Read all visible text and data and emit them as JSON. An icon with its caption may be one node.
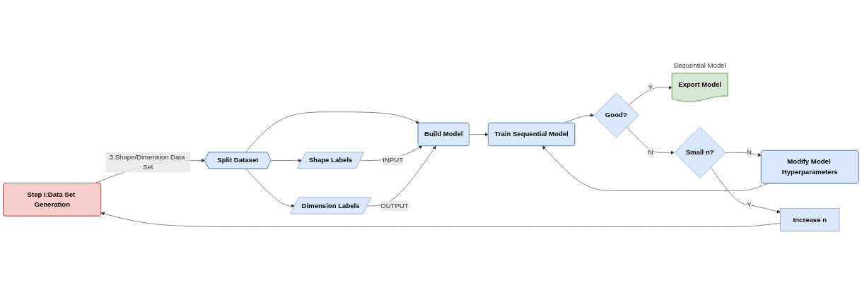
{
  "diagram": {
    "nodes": [
      {
        "text": [
          "Step I:Data Set Generation"
        ]
      },
      {
        "text": [
          "Increase n"
        ]
      },
      {
        "text": [
          "Split Dataset"
        ]
      },
      {
        "text": [
          "Shape Labels"
        ]
      },
      {
        "text": [
          "Dimension Labels"
        ]
      },
      {
        "text": [
          "Build Model"
        ]
      },
      {
        "text": [
          "Train Sequential Model"
        ]
      },
      {
        "text": [
          "Modify Model Hyperparameters"
        ]
      },
      {
        "text": [
          "Good?"
        ]
      },
      {
        "text": [
          "Small n?"
        ]
      },
      {
        "text": [
          "Export Model"
        ],
        "beside": [
          "Sequential Model"
        ]
      }
    ],
    "edges": [
      {
        "from": 0,
        "to": 2,
        "arrow": "to",
        "label": "3.Shape/Dimension Data Set"
      },
      {
        "from": 1,
        "to": 0,
        "arrow": "to"
      },
      {
        "from": 2,
        "to": 3,
        "arrow": "to"
      },
      {
        "from": 2,
        "to": 4,
        "arrow": "to"
      },
      {
        "from": 2,
        "to": 5,
        "arrow": "to"
      },
      {
        "from": 3,
        "to": 5,
        "arrow": "to",
        "label": "INPUT"
      },
      {
        "from": 4,
        "to": 5,
        "arrow": "to",
        "label": "OUTPUT"
      },
      {
        "from": 5,
        "to": 6,
        "arrow": "to"
      },
      {
        "from": 7,
        "to": 6,
        "arrow": "to"
      },
      {
        "from": 6,
        "to": 8,
        "arrow": "to"
      },
      {
        "from": 8,
        "to": 10,
        "arrow": "to",
        "label": "Y"
      },
      {
        "from": 8,
        "to": 9,
        "arrow": "to",
        "label": "N"
      },
      {
        "from": 9,
        "to": 7,
        "arrow": "to",
        "label": "N"
      },
      {
        "from": 9,
        "to": 1,
        "arrow": "to",
        "label": "Y"
      }
    ]
  }
}
